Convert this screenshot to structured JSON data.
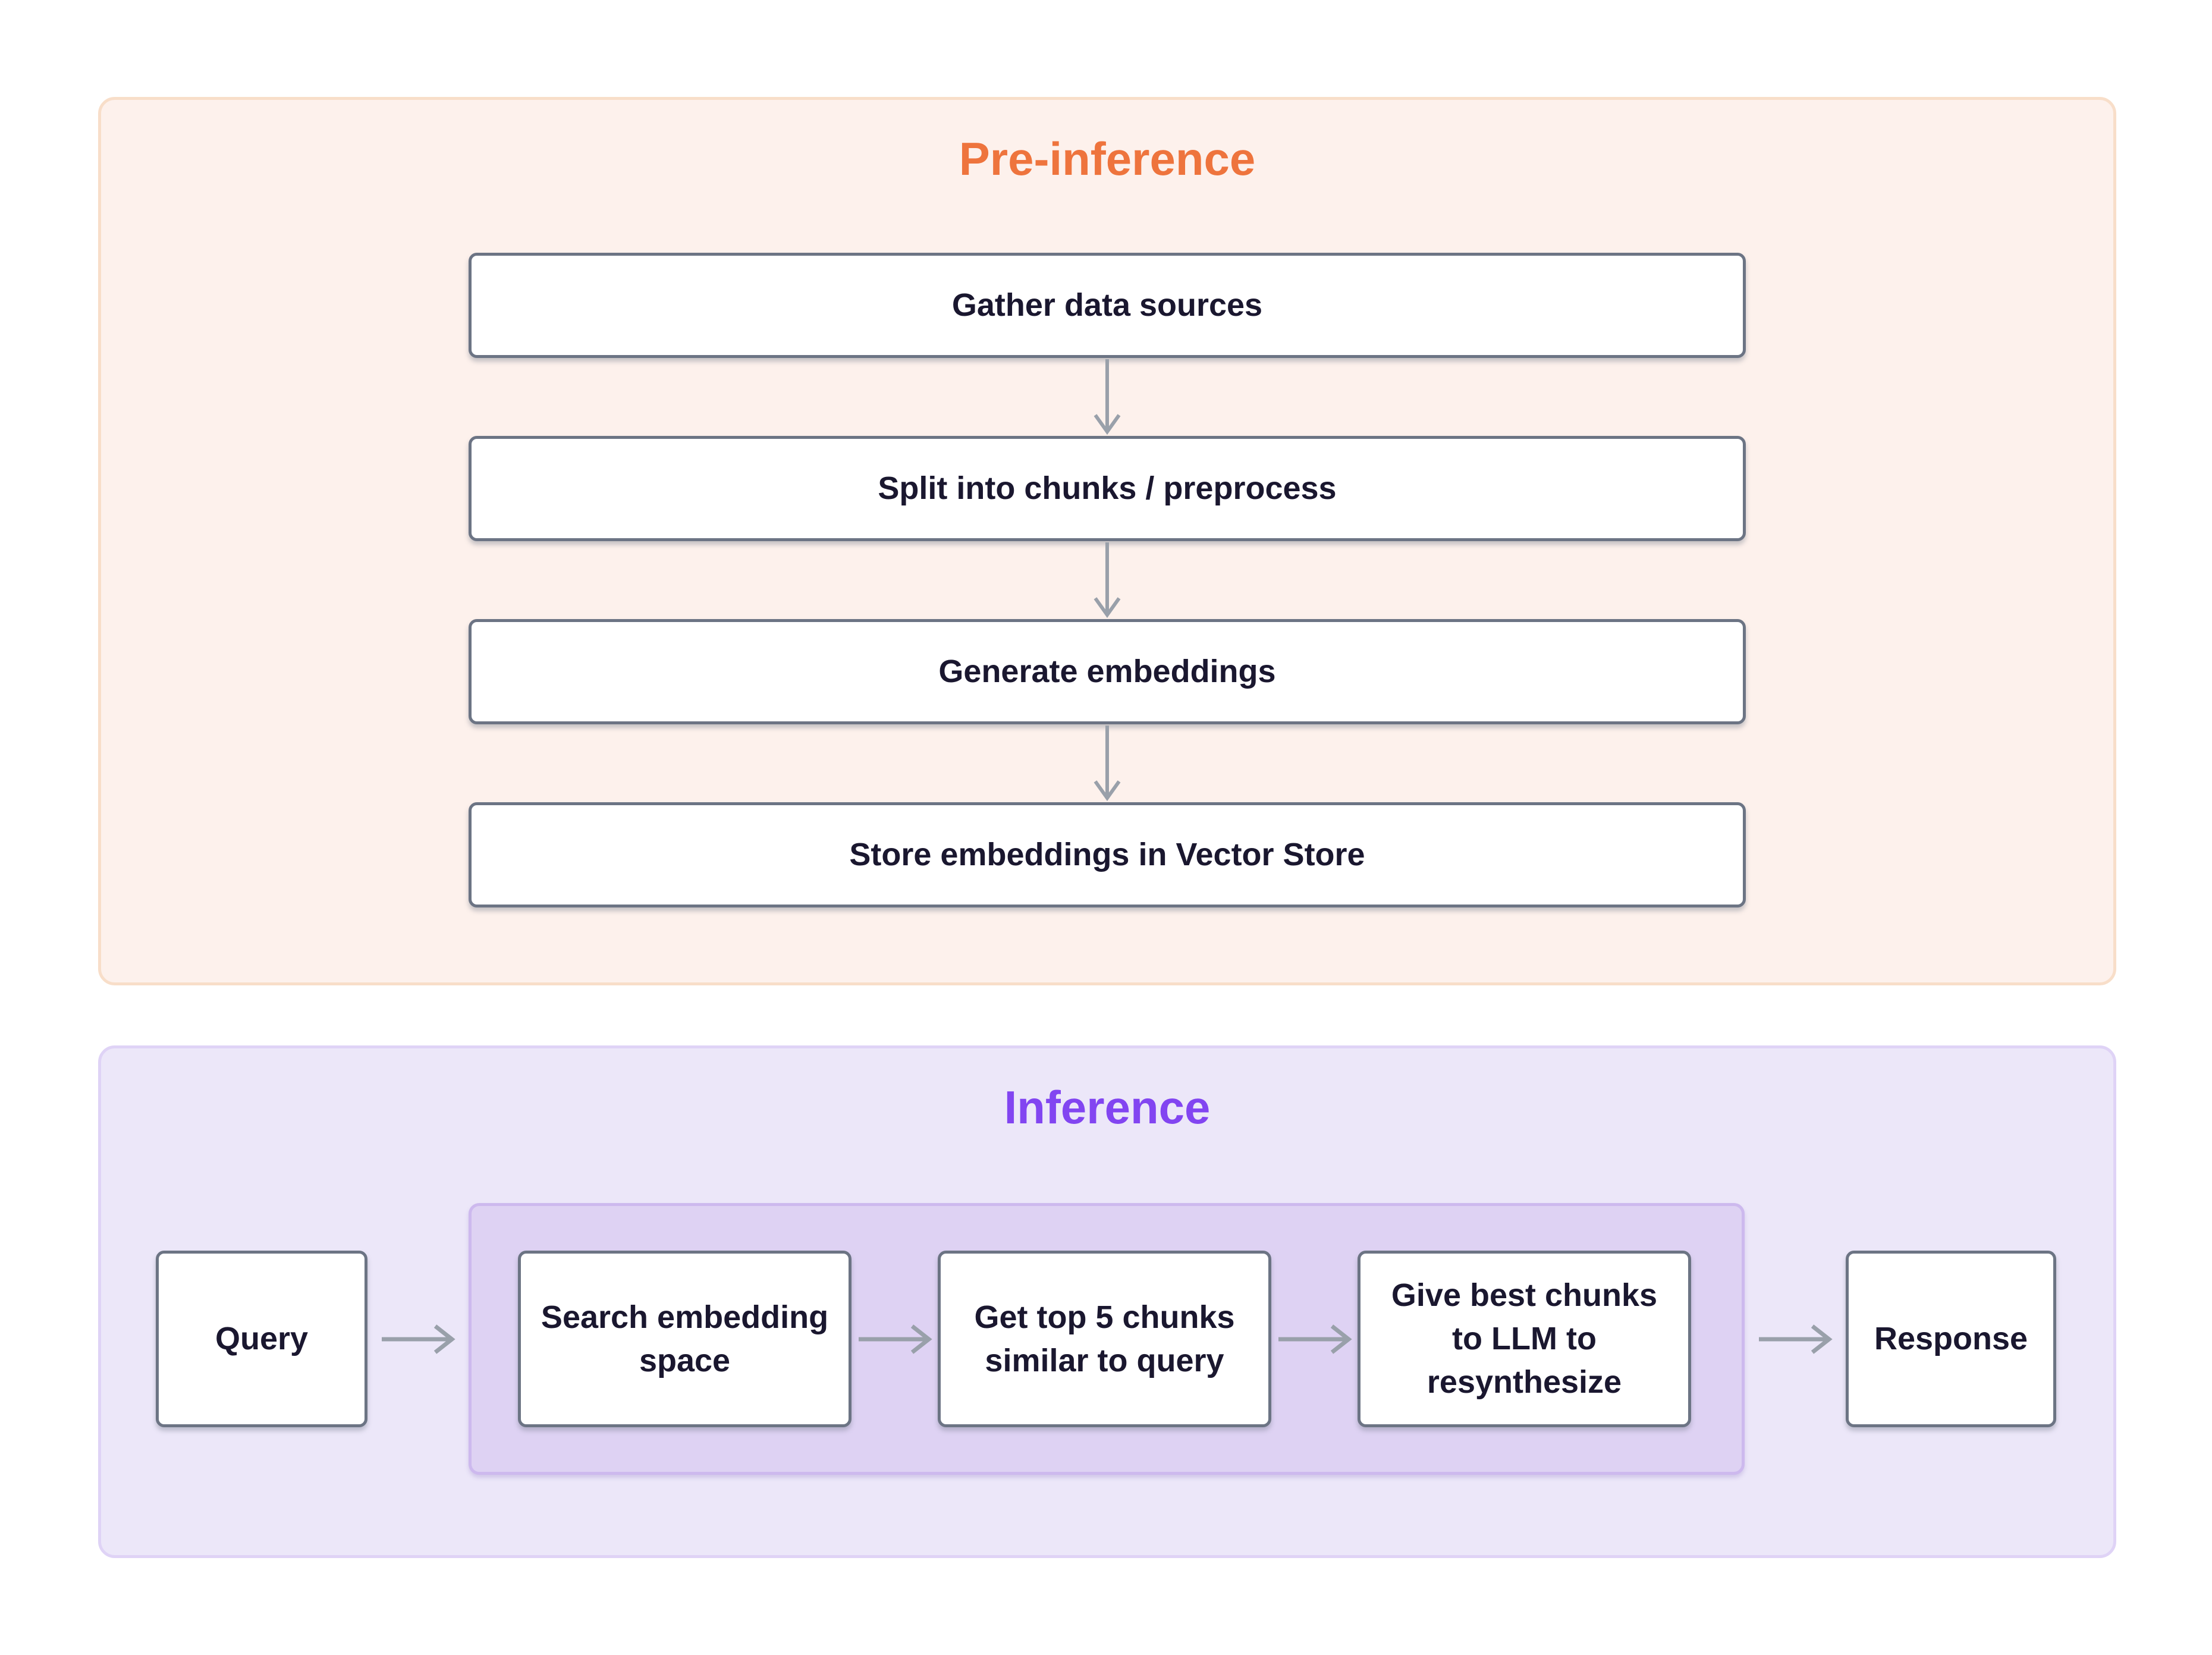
{
  "pre_inference": {
    "title": "Pre-inference",
    "title_color": "#EE743D",
    "panel_bg": "#FDF1EC",
    "panel_border": "#F8DEC9",
    "steps": [
      "Gather data sources",
      "Split into chunks / preprocess",
      "Generate embeddings",
      "Store embeddings in Vector Store"
    ]
  },
  "inference": {
    "title": "Inference",
    "title_color": "#8245F1",
    "panel_bg": "#ECE7F9",
    "panel_border": "#DFD3F6",
    "inner_container_bg": "#DED2F3",
    "inner_container_border": "#CDB9EE",
    "input_label": "Query",
    "pipeline_steps": [
      "Search embedding space",
      "Get top 5 chunks similar to query",
      "Give best chunks to LLM to resynthesize"
    ],
    "output_label": "Response"
  },
  "styles": {
    "box_bg": "#FFFFFF",
    "box_border": "#6C7484",
    "box_text": "#1A172F",
    "arrow_color": "#99A0AA"
  }
}
